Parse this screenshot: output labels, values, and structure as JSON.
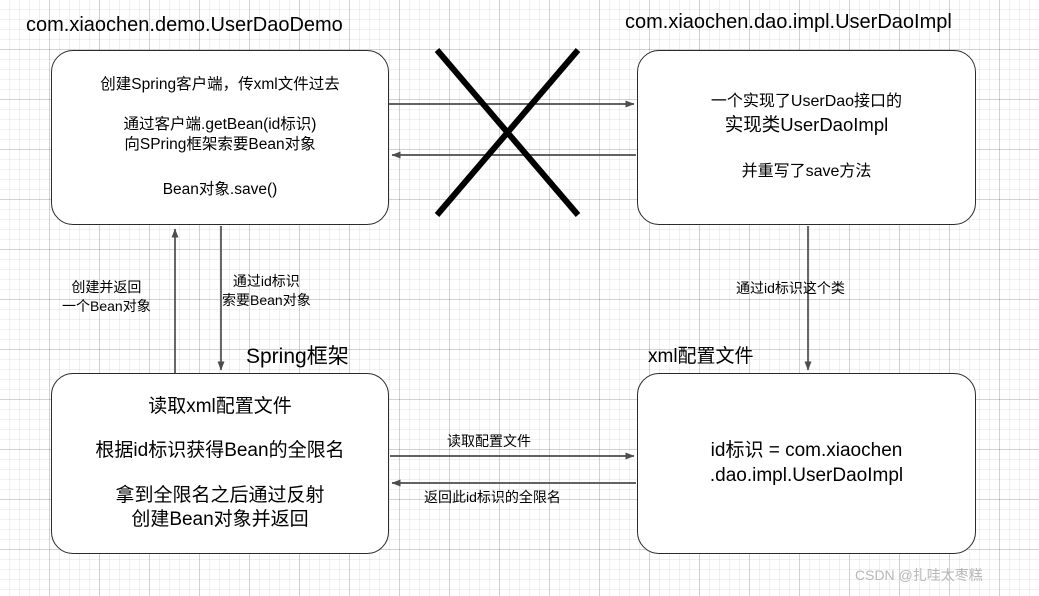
{
  "diagram": {
    "title_top_left": "com.xiaochen.demo.UserDaoDemo",
    "title_top_right": "com.xiaochen.dao.impl.UserDaoImpl",
    "label_spring": "Spring框架",
    "label_xmlconfig": "xml配置文件",
    "watermark": "CSDN @扎哇太枣糕",
    "colors": {
      "box_border": "#2b2b2b",
      "arrow": "#4d4d4d",
      "grid_minor": "#f0f0f0",
      "grid_major": "#e0e0e0",
      "cross": "#000000",
      "watermark": "#b7b7b7"
    },
    "nodes": {
      "user_dao_demo": {
        "line1": "创建Spring客户端，传xml文件过去",
        "line2": "通过客户端.getBean(id标识)",
        "line3": "向SPring框架索要Bean对象",
        "line4": "Bean对象.save()"
      },
      "user_dao_impl": {
        "line1": "一个实现了UserDao接口的",
        "line2": "实现类UserDaoImpl",
        "line3": "并重写了save方法"
      },
      "spring_framework": {
        "line1": "读取xml配置文件",
        "line2": "根据id标识获得Bean的全限名",
        "line3": "拿到全限名之后通过反射",
        "line4": "创建Bean对象并返回"
      },
      "xml_config": {
        "line1": "id标识 = com.xiaochen",
        "line2": ".dao.impl.UserDaoImpl"
      }
    },
    "edges": {
      "create_return_bean": {
        "line1": "创建并返回",
        "line2": "一个Bean对象"
      },
      "request_bean_by_id": {
        "line1": "通过id标识",
        "line2": "索要Bean对象"
      },
      "by_id_this_class": {
        "line1": "通过id标识这个类"
      },
      "read_config_file": {
        "line1": "读取配置文件"
      },
      "return_fqn_of_id": {
        "line1": "返回此id标识的全限名"
      }
    }
  }
}
